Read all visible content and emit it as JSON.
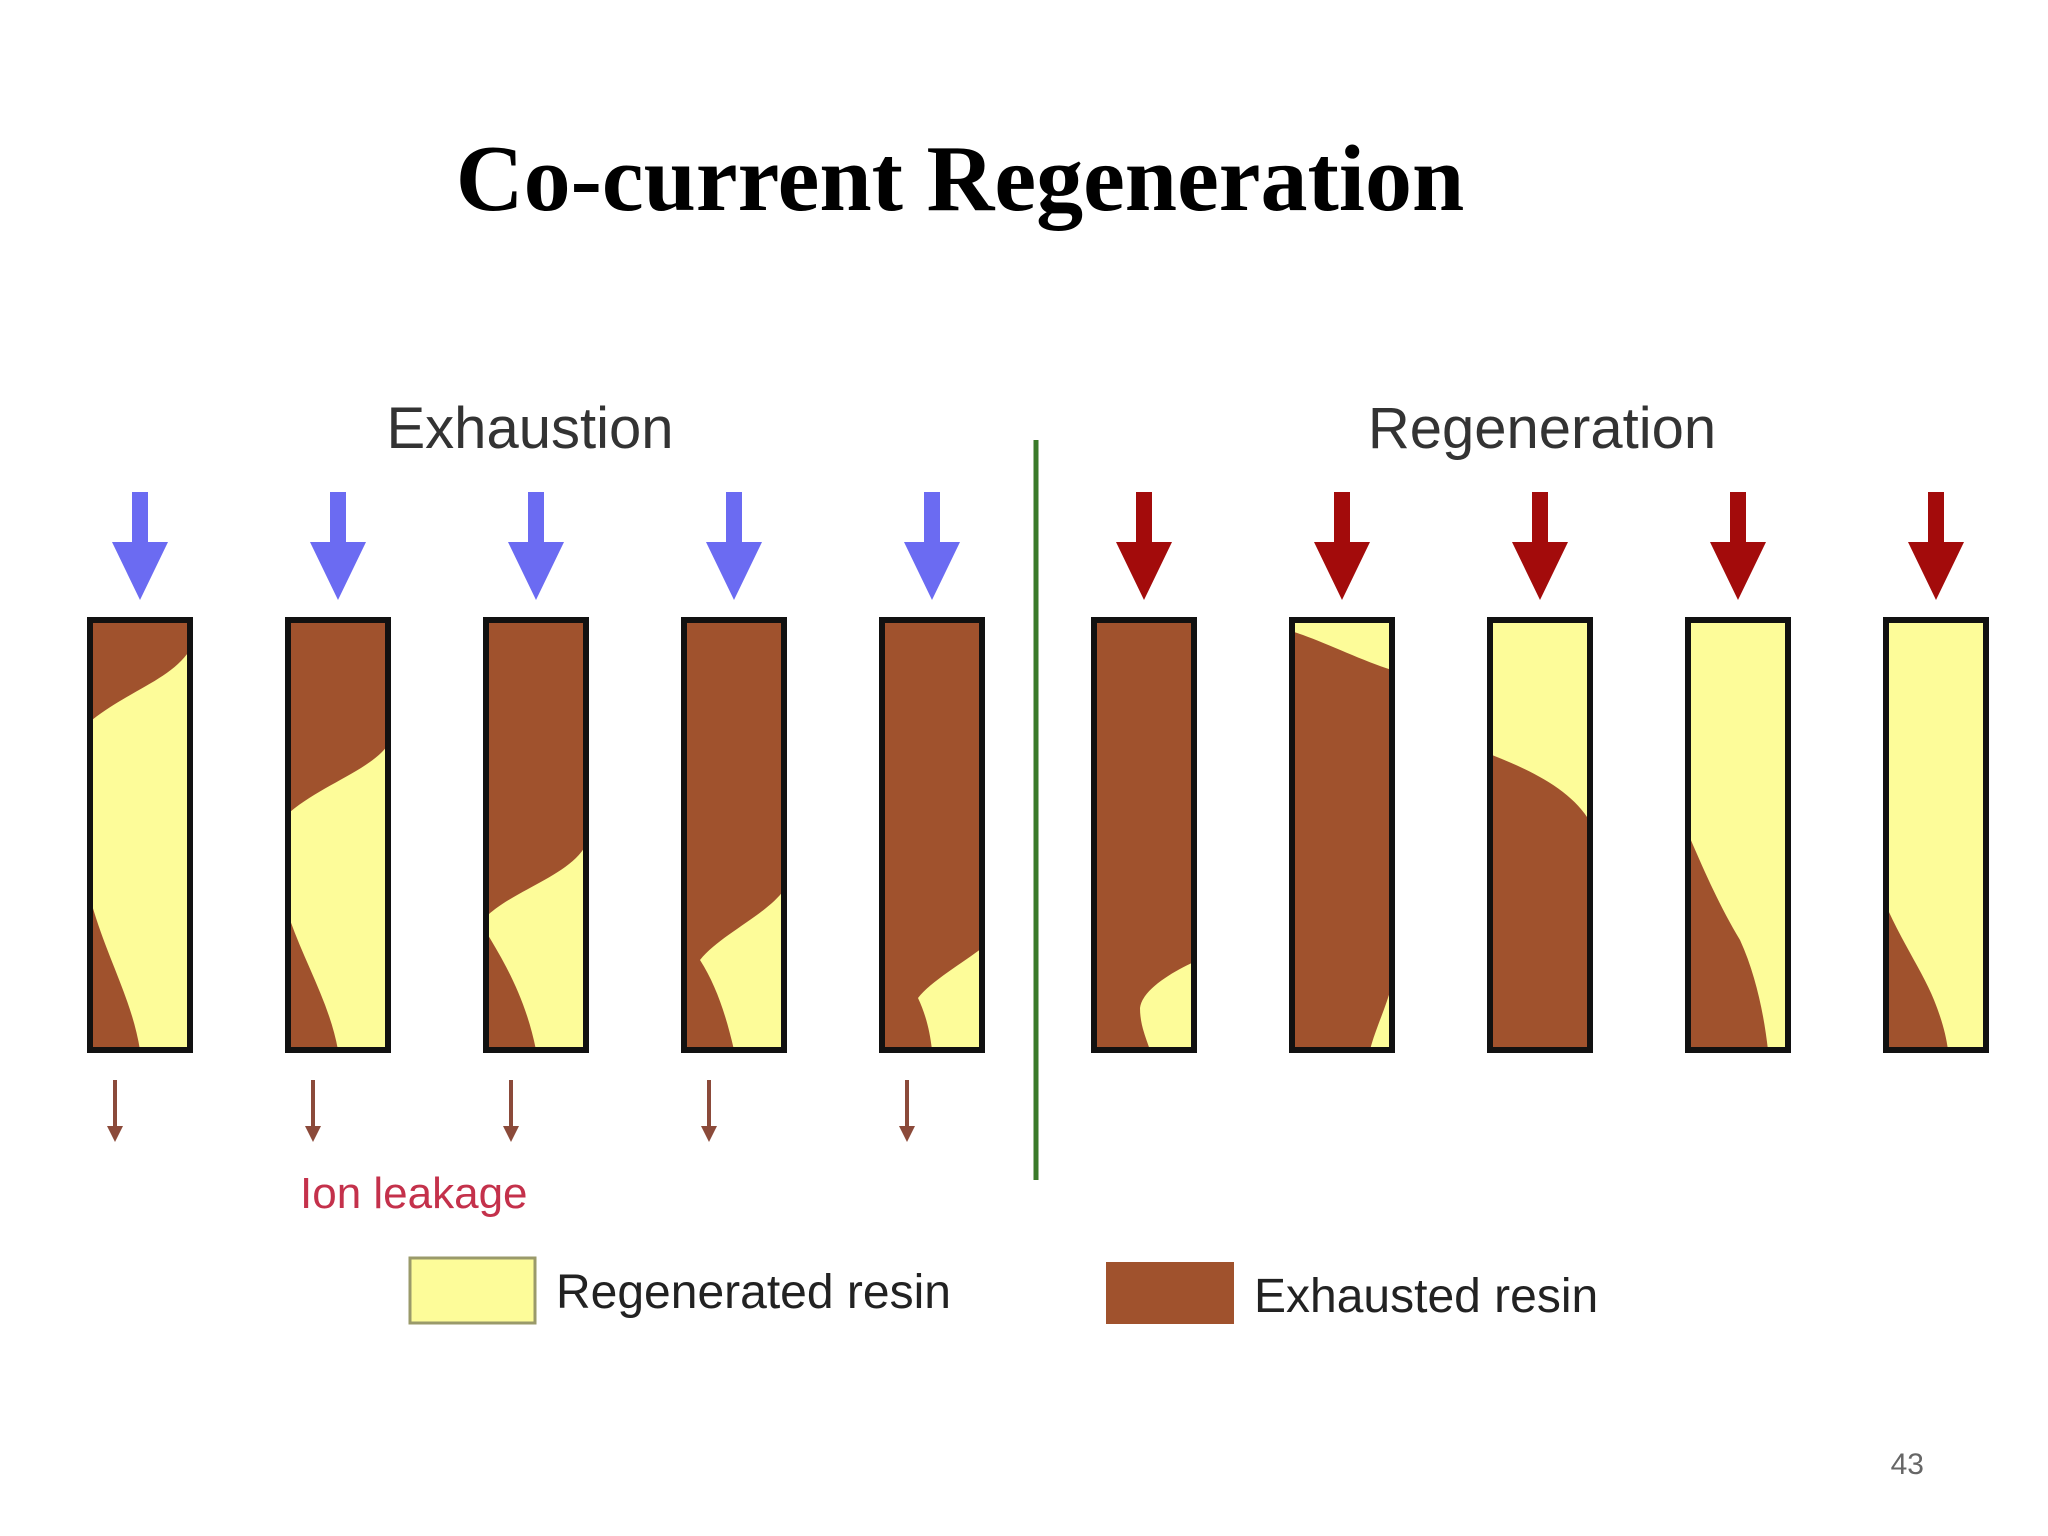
{
  "title": "Co-current Regeneration",
  "page_number": "43",
  "sections": {
    "exhaustion": "Exhaustion",
    "regeneration": "Regeneration"
  },
  "annotation": "Ion leakage",
  "legend": {
    "regenerated": "Regenerated resin",
    "exhausted": "Exhausted resin"
  },
  "colors": {
    "regenerated_resin": "#fdfc99",
    "exhausted_resin": "#a0522d",
    "exhaustion_flow_arrow": "#6b6bf2",
    "regeneration_flow_arrow": "#a30b0b",
    "leakage_arrow": "#8b4a3a",
    "leakage_text": "#c4314b",
    "divider": "#3a7a2a"
  },
  "columns": [
    {
      "phase": "exhaustion",
      "flow": "down",
      "leakage": true
    },
    {
      "phase": "exhaustion",
      "flow": "down",
      "leakage": true
    },
    {
      "phase": "exhaustion",
      "flow": "down",
      "leakage": true
    },
    {
      "phase": "exhaustion",
      "flow": "down",
      "leakage": true
    },
    {
      "phase": "exhaustion",
      "flow": "down",
      "leakage": true
    },
    {
      "phase": "regeneration",
      "flow": "down",
      "leakage": false
    },
    {
      "phase": "regeneration",
      "flow": "down",
      "leakage": false
    },
    {
      "phase": "regeneration",
      "flow": "down",
      "leakage": false
    },
    {
      "phase": "regeneration",
      "flow": "down",
      "leakage": false
    },
    {
      "phase": "regeneration",
      "flow": "down",
      "leakage": false
    }
  ]
}
